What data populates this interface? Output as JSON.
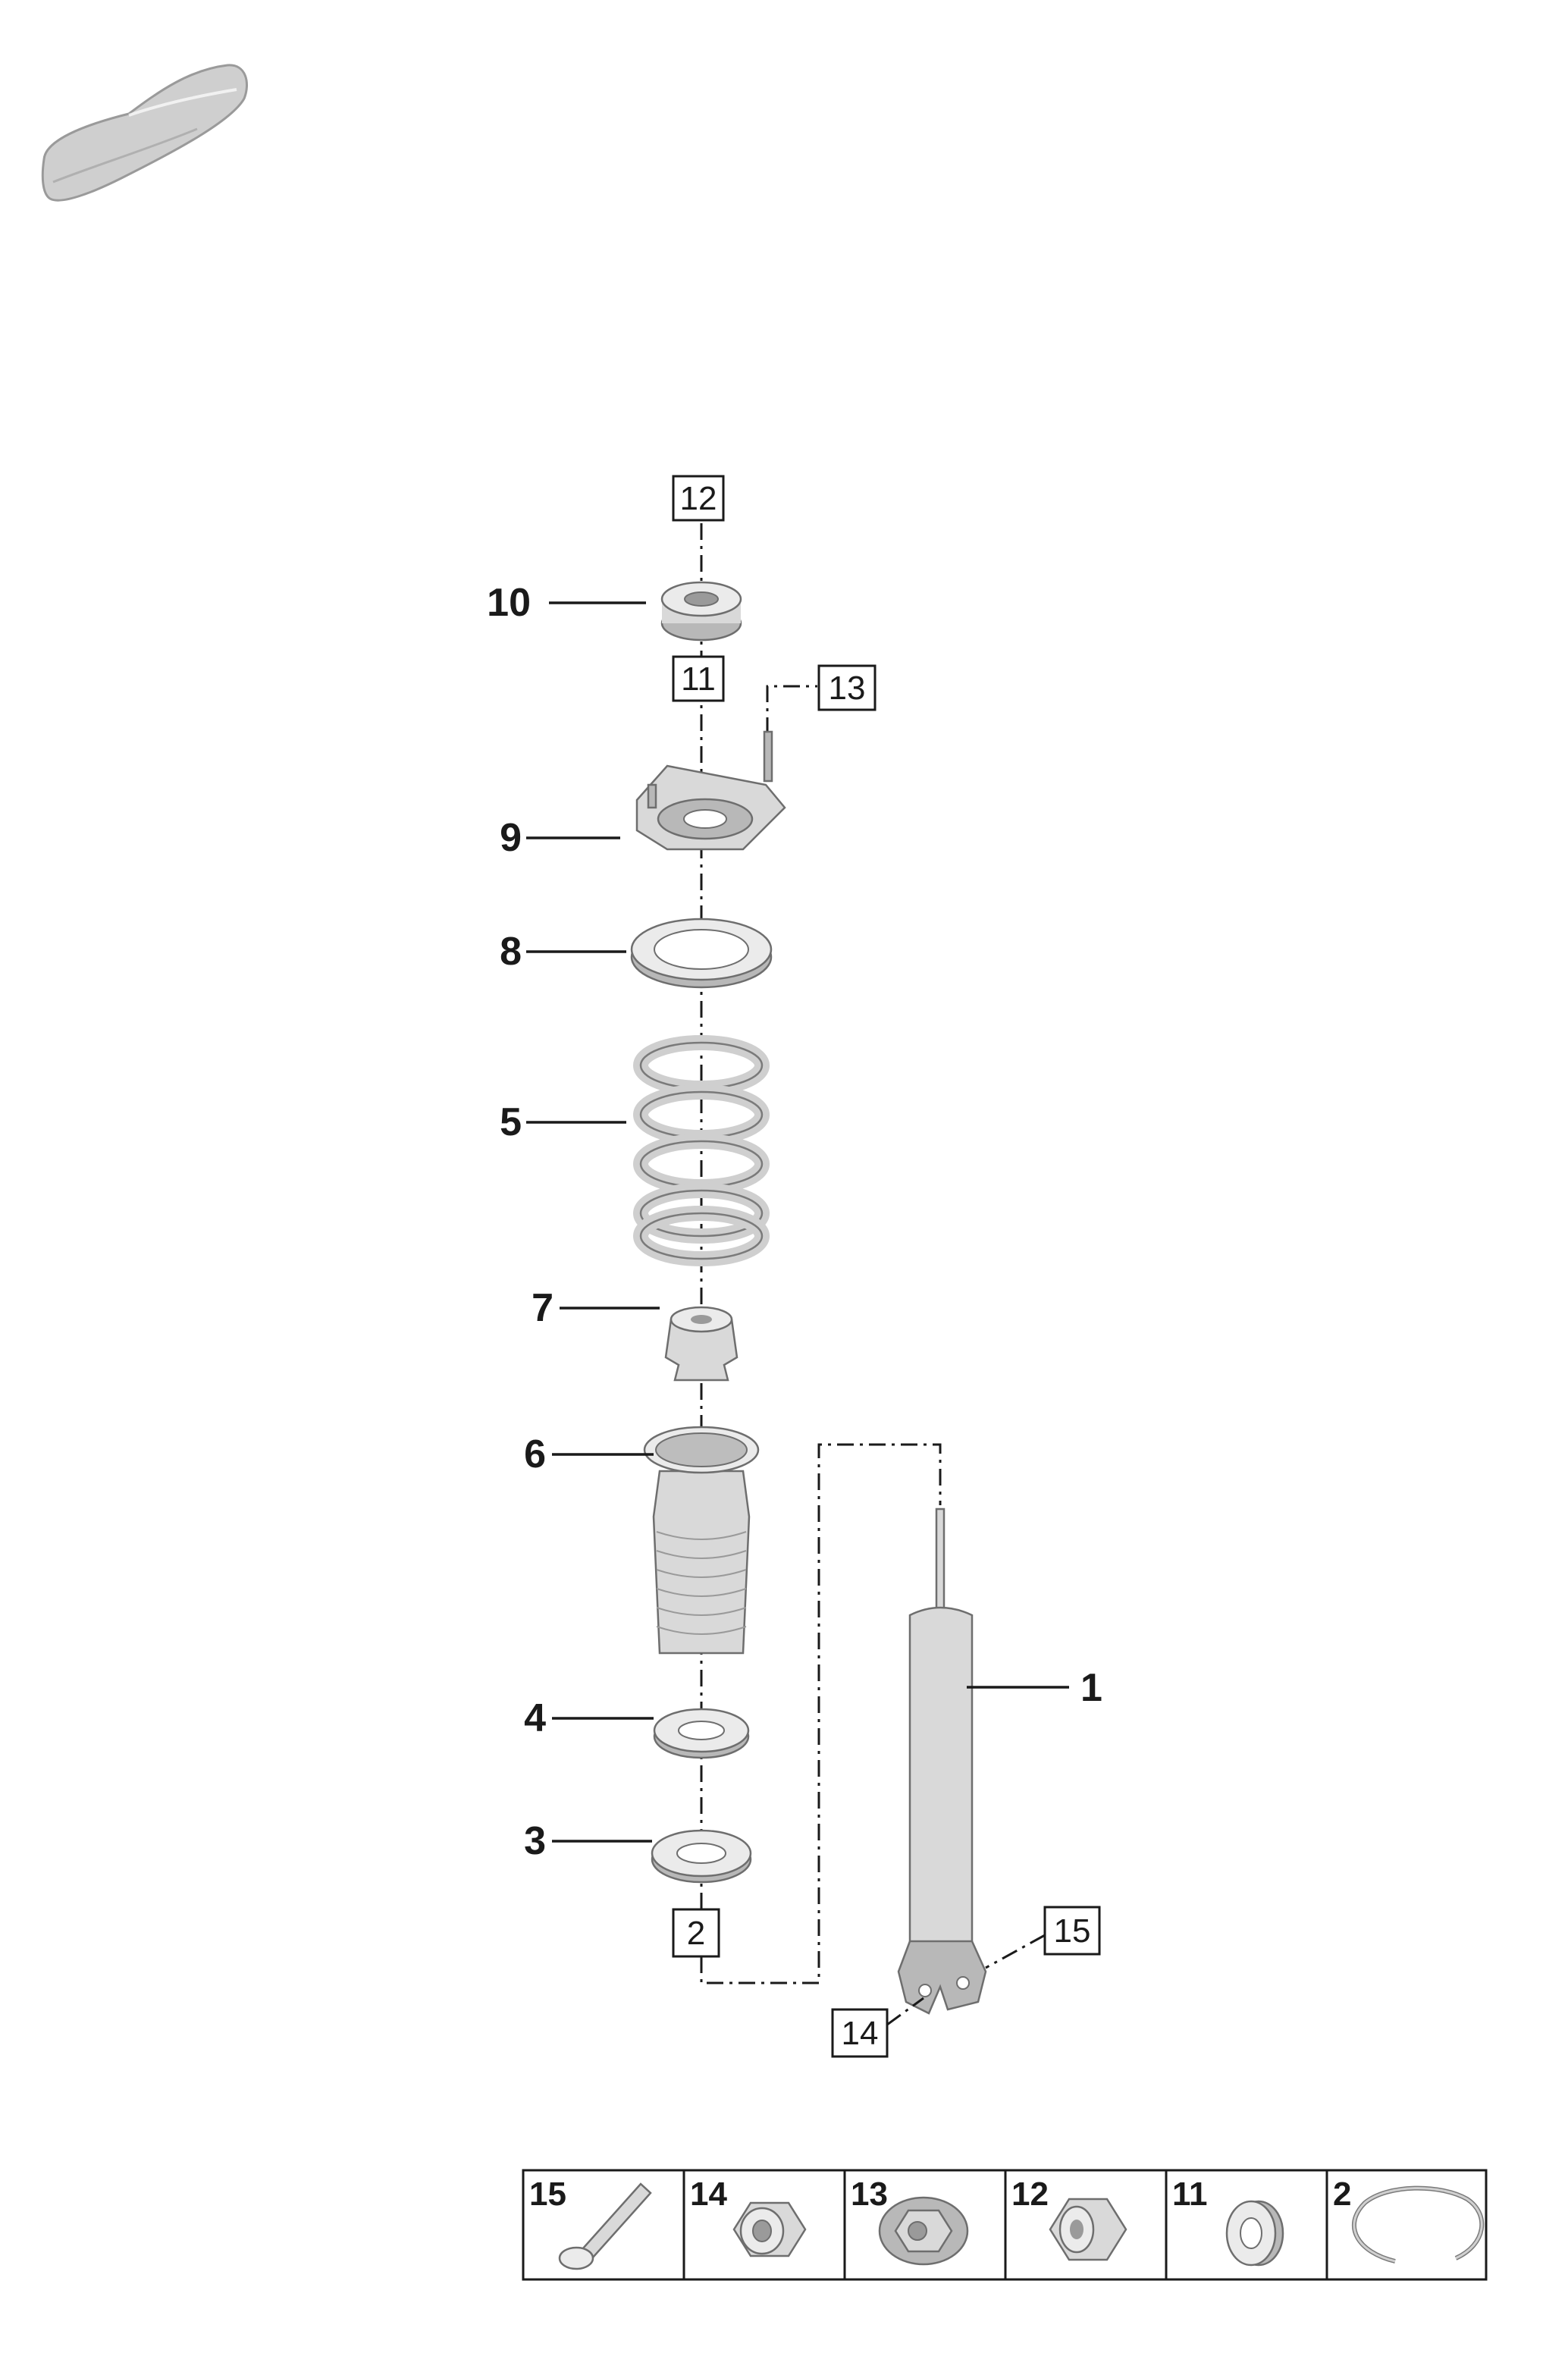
{
  "callouts": [
    {
      "id": "1",
      "label": "1"
    },
    {
      "id": "3",
      "label": "3"
    },
    {
      "id": "4",
      "label": "4"
    },
    {
      "id": "5",
      "label": "5"
    },
    {
      "id": "6",
      "label": "6"
    },
    {
      "id": "7",
      "label": "7"
    },
    {
      "id": "8",
      "label": "8"
    },
    {
      "id": "9",
      "label": "9"
    },
    {
      "id": "10",
      "label": "10"
    }
  ],
  "boxed_refs": {
    "ref_12": "12",
    "ref_11": "11",
    "ref_13": "13",
    "ref_2": "2",
    "ref_15": "15",
    "ref_14": "14"
  },
  "parts_table": [
    {
      "number": "15",
      "icon": "bolt-icon"
    },
    {
      "number": "14",
      "icon": "hex-nut-flange-icon"
    },
    {
      "number": "13",
      "icon": "hex-nut-washer-icon"
    },
    {
      "number": "12",
      "icon": "hex-nut-icon"
    },
    {
      "number": "11",
      "icon": "washer-icon"
    },
    {
      "number": "2",
      "icon": "snap-ring-icon"
    }
  ],
  "colors": {
    "part_fill": "#d9d9d9",
    "part_stroke": "#6e6e6e",
    "line": "#1a1a1a"
  }
}
